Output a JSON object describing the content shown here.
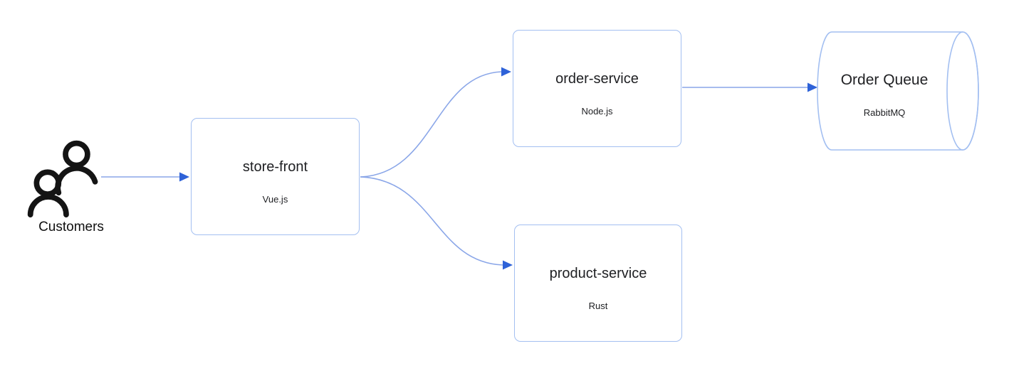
{
  "diagram": {
    "actor": {
      "label": "Customers",
      "icon": "people-icon"
    },
    "nodes": [
      {
        "id": "store-front",
        "label": "store-front",
        "sublabel": "Vue.js",
        "shape": "rectangle"
      },
      {
        "id": "order-service",
        "label": "order-service",
        "sublabel": "Node.js",
        "shape": "rectangle"
      },
      {
        "id": "product-service",
        "label": "product-service",
        "sublabel": "Rust",
        "shape": "rectangle"
      },
      {
        "id": "order-queue",
        "label": "Order Queue",
        "sublabel": "RabbitMQ",
        "shape": "cylinder"
      }
    ],
    "edges": [
      {
        "from": "Customers",
        "to": "store-front"
      },
      {
        "from": "store-front",
        "to": "order-service"
      },
      {
        "from": "store-front",
        "to": "product-service"
      },
      {
        "from": "order-service",
        "to": "order-queue"
      }
    ],
    "colors": {
      "node_border": "#a3bff1",
      "edge_line": "#8aa6e8",
      "edge_arrow": "#2e62d8",
      "node_bg": "#ffffff",
      "text": "#202124",
      "icon": "#141414",
      "canvas_bg": "#ffffff"
    }
  }
}
